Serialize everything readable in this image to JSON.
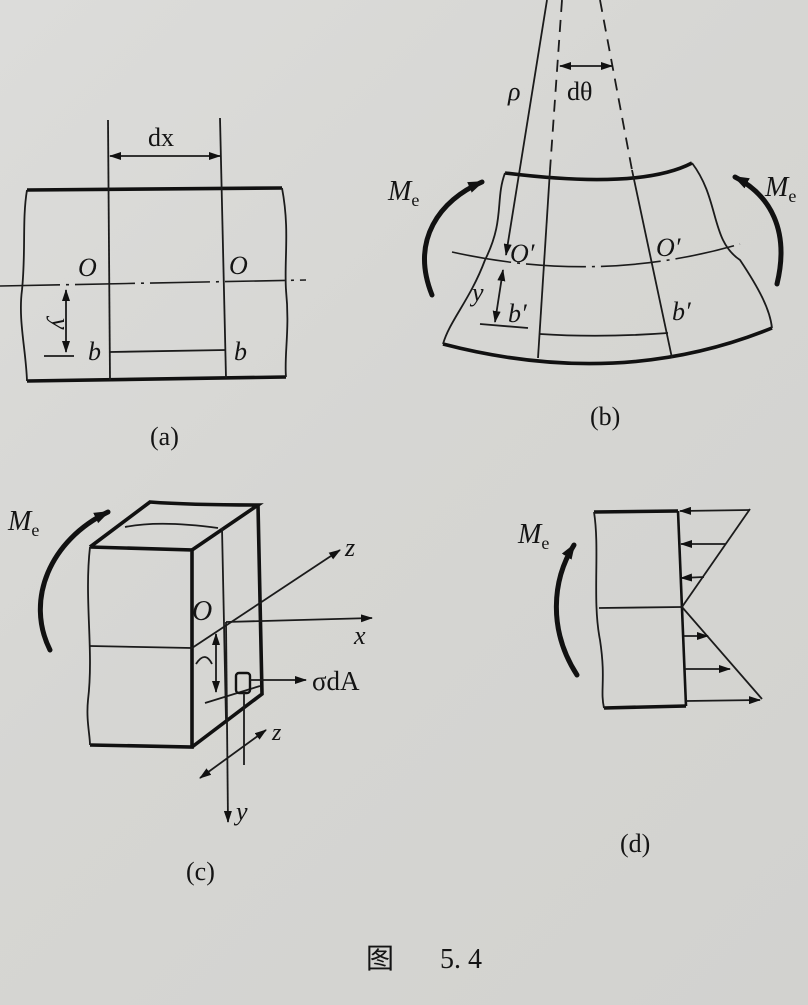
{
  "figure": {
    "caption_prefix": "图",
    "caption_number": "5. 4",
    "subfigures": {
      "a": {
        "label": "(a)",
        "dimension": "dx",
        "neutral_left": "O",
        "neutral_right": "O",
        "fiber_left": "b",
        "fiber_right": "b",
        "distance": "y"
      },
      "b": {
        "label": "(b)",
        "radius": "ρ",
        "angle": "dθ",
        "moment_left": "M",
        "moment_left_sub": "e",
        "moment_right": "M",
        "moment_right_sub": "e",
        "neutral_left": "O′",
        "neutral_right": "O′",
        "fiber_left": "b′",
        "fiber_right": "b′",
        "distance": "y"
      },
      "c": {
        "label": "(c)",
        "moment": "M",
        "moment_sub": "e",
        "origin": "O",
        "axis_x": "x",
        "axis_y": "y",
        "axis_z": "z",
        "axis_z2": "z",
        "force": "σdA"
      },
      "d": {
        "label": "(d)",
        "moment": "M",
        "moment_sub": "e"
      }
    }
  }
}
